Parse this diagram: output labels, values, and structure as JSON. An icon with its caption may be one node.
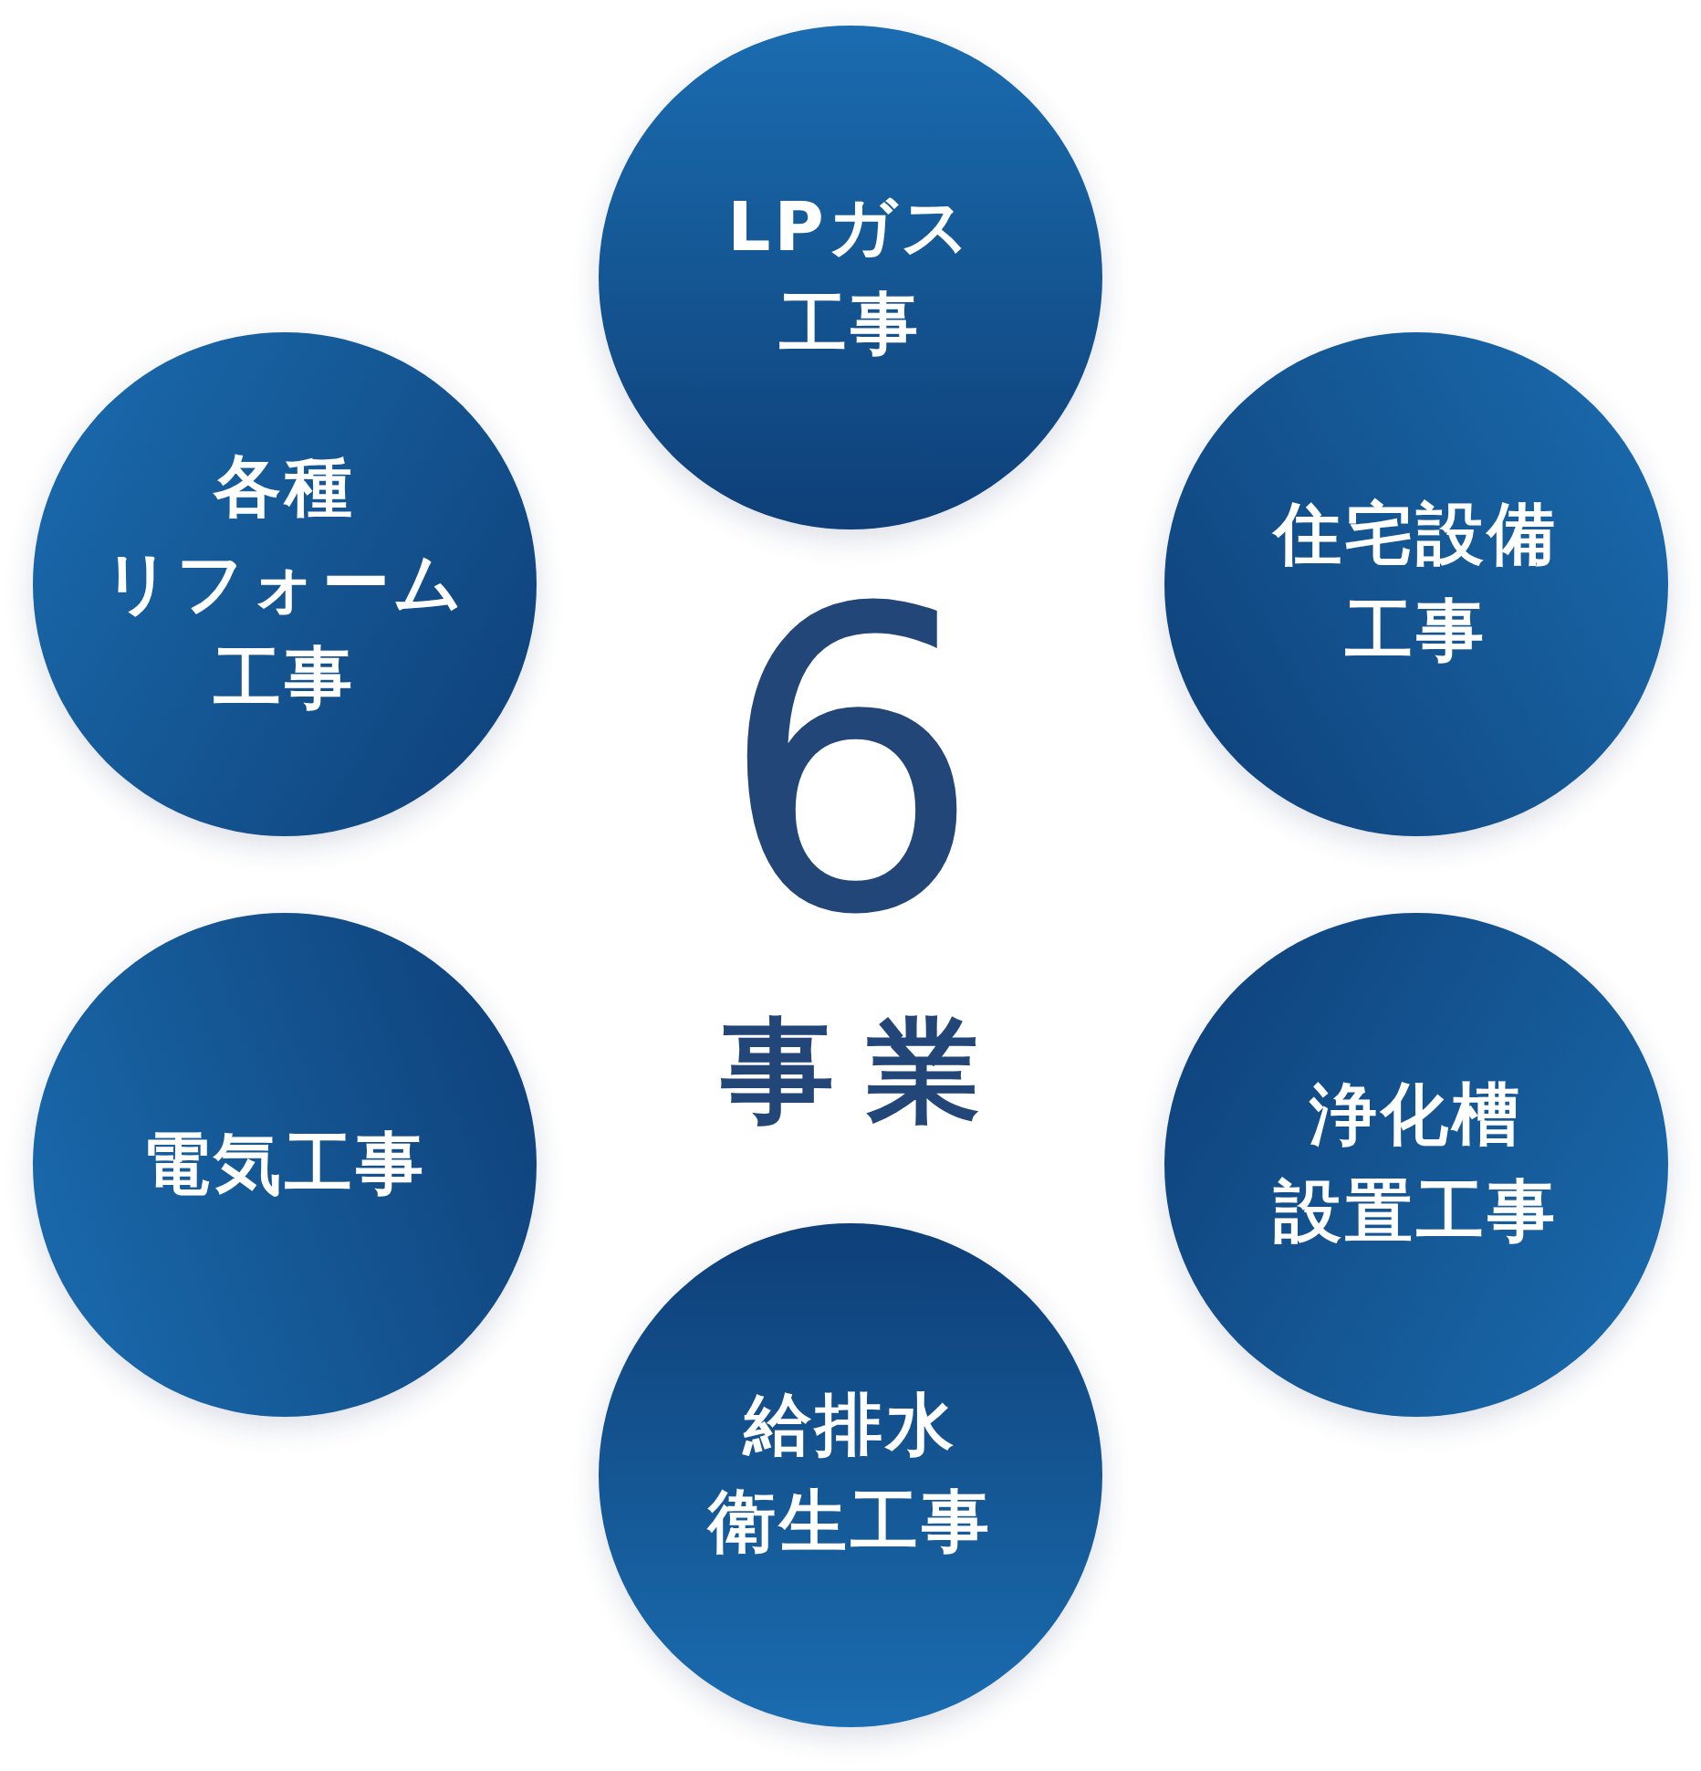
{
  "diagram": {
    "nodes": [
      {
        "text": [
          "LPガス工事"
        ]
      },
      {
        "text": [
          "各種リフォーム工事"
        ]
      },
      {
        "text": [
          "住宅設備工事"
        ]
      },
      {
        "text": [
          "電気工事"
        ]
      },
      {
        "text": [
          "浄化槽設置工事"
        ]
      },
      {
        "text": [
          "給排水衛生工事"
        ]
      }
    ],
    "labels": [
      "6",
      "事業"
    ]
  }
}
